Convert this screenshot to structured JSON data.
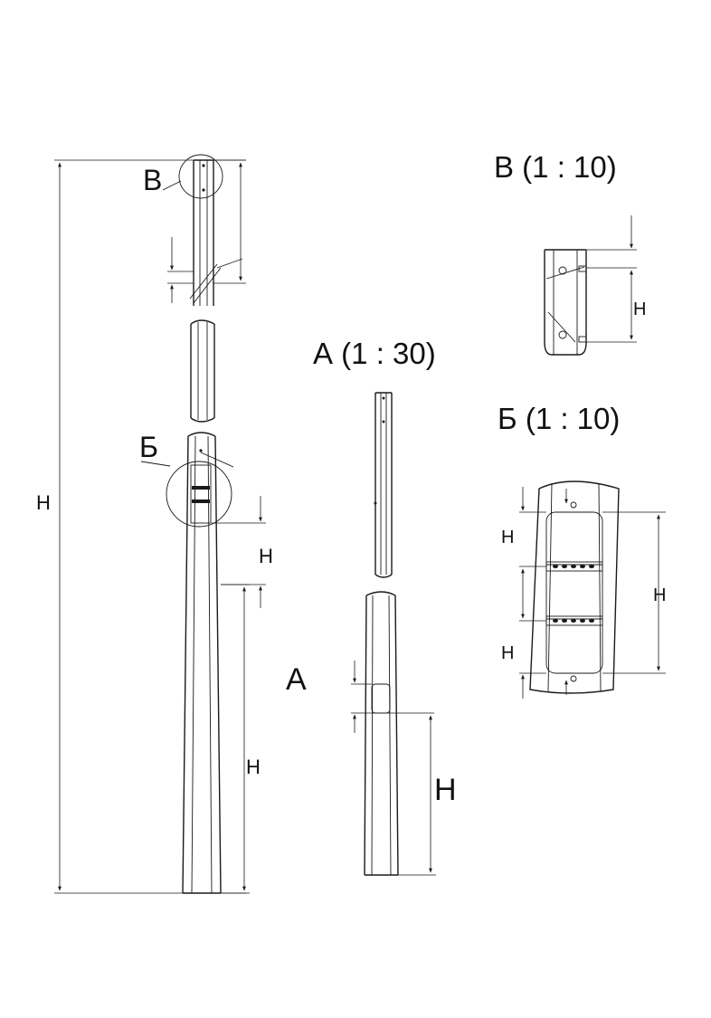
{
  "labels": {
    "height": "H",
    "detail_b": "В",
    "detail_bb": "Б",
    "view_a": "А",
    "view_a_title": "А (1 : 30)",
    "detail_b_title": "В (1 : 10)",
    "detail_bb_title": "Б (1 : 10)"
  }
}
